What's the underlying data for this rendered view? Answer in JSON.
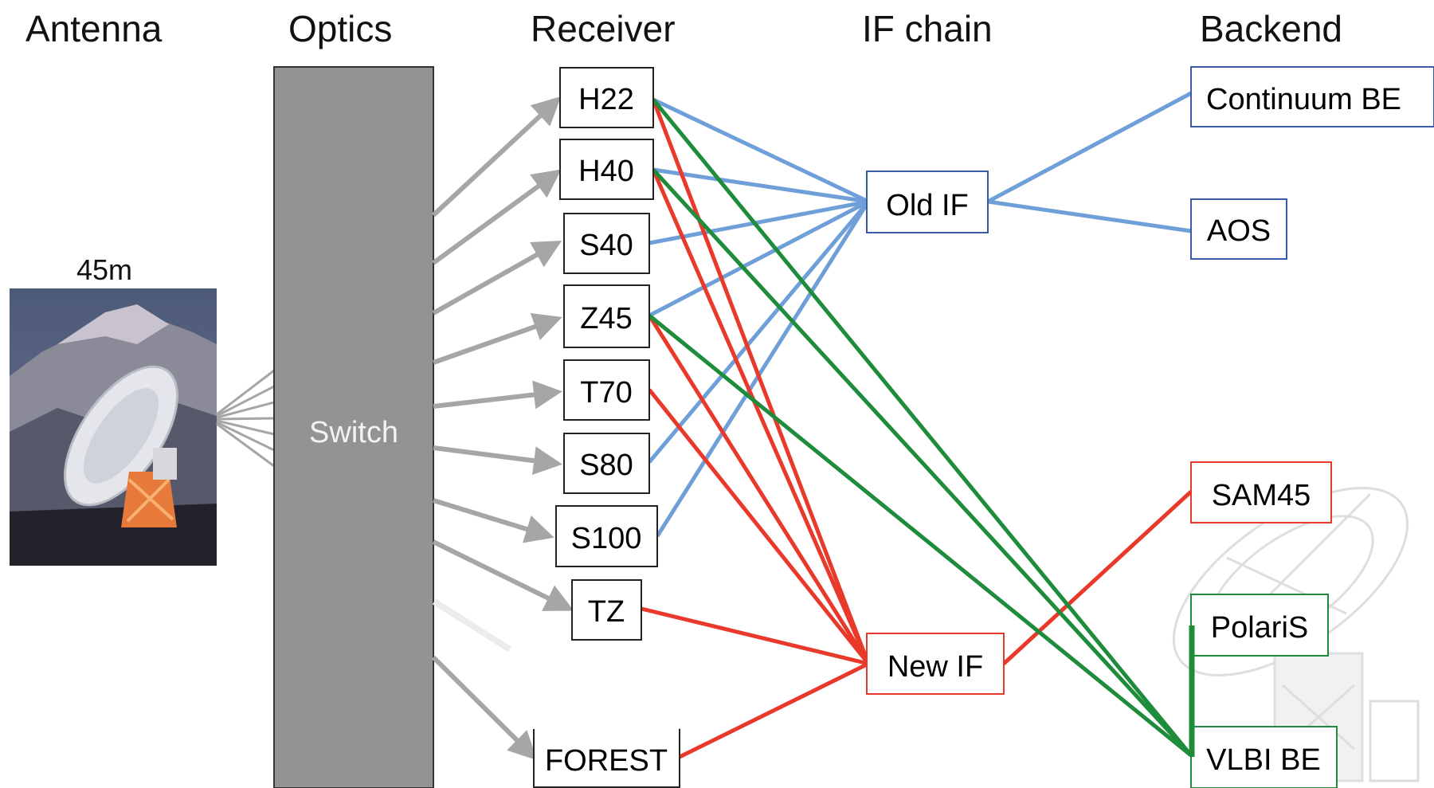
{
  "columns": {
    "antenna": "Antenna",
    "optics": "Optics",
    "receiver": "Receiver",
    "if_chain": "IF chain",
    "backend": "Backend"
  },
  "antenna": {
    "label": "45m"
  },
  "optics": {
    "switch_label": "Switch"
  },
  "receivers": [
    "H22",
    "H40",
    "S40",
    "Z45",
    "T70",
    "S80",
    "S100",
    "TZ",
    "FOREST"
  ],
  "if_chain": {
    "old": "Old IF",
    "new": "New IF"
  },
  "backends": {
    "continuum": "Continuum BE",
    "aos": "AOS",
    "sam45": "SAM45",
    "polaris": "PolariS",
    "vlbi": "VLBI BE"
  },
  "colors": {
    "old_if_path": "#6f9fd8",
    "new_if_path": "#e8392a",
    "vlbi_path": "#1e8c3a",
    "optics_arrow": "#a6a6a6",
    "switch_fill": "#939393",
    "backend_old_border": "#3a5ba8",
    "backend_new_border": "#e8392a",
    "backend_vlbi_border": "#1e8c3a"
  },
  "connections": {
    "old_if": [
      "H22",
      "H40",
      "S40",
      "Z45",
      "S80",
      "S100"
    ],
    "new_if": [
      "H22",
      "H40",
      "Z45",
      "T70",
      "TZ",
      "FOREST"
    ],
    "vlbi": [
      "H22",
      "H40",
      "Z45"
    ]
  },
  "icons": {
    "antenna_photo": "radio-telescope-photo",
    "watermark": "radio-telescope-watermark"
  }
}
